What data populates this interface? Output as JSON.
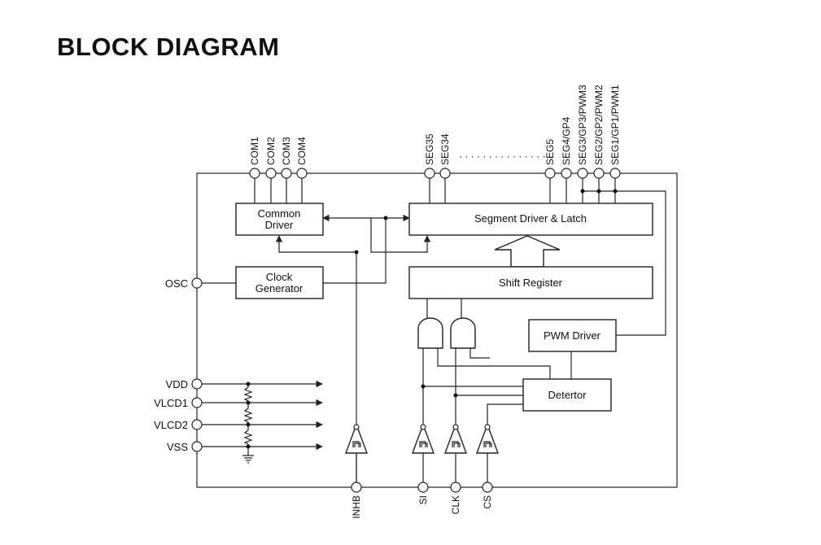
{
  "title": "BLOCK DIAGRAM",
  "blocks": {
    "common_driver": [
      "Common",
      "Driver"
    ],
    "clock_generator": [
      "Clock",
      "Generator"
    ],
    "segment_driver": "Segment Driver & Latch",
    "shift_register": "Shift Register",
    "pwm_driver": "PWM  Driver",
    "detector": "Detertor"
  },
  "pins": {
    "top_com": [
      "COM1",
      "COM2",
      "COM3",
      "COM4"
    ],
    "top_seg": [
      "SEG35",
      "SEG34",
      "SEG5",
      "SEG4/GP4",
      "SEG3/GP3/PWM3",
      "SEG2/GP2/PWM2",
      "SEG1/GP1/PWM1"
    ],
    "left": [
      "OSC",
      "VDD",
      "VLCD1",
      "VLCD2",
      "VSS"
    ],
    "bottom": [
      "INHB",
      "SI",
      "CLK",
      "CS"
    ]
  },
  "ellipsis": "· · · · · · · · · · · · · · ·",
  "buffer_symbol": "⊓"
}
